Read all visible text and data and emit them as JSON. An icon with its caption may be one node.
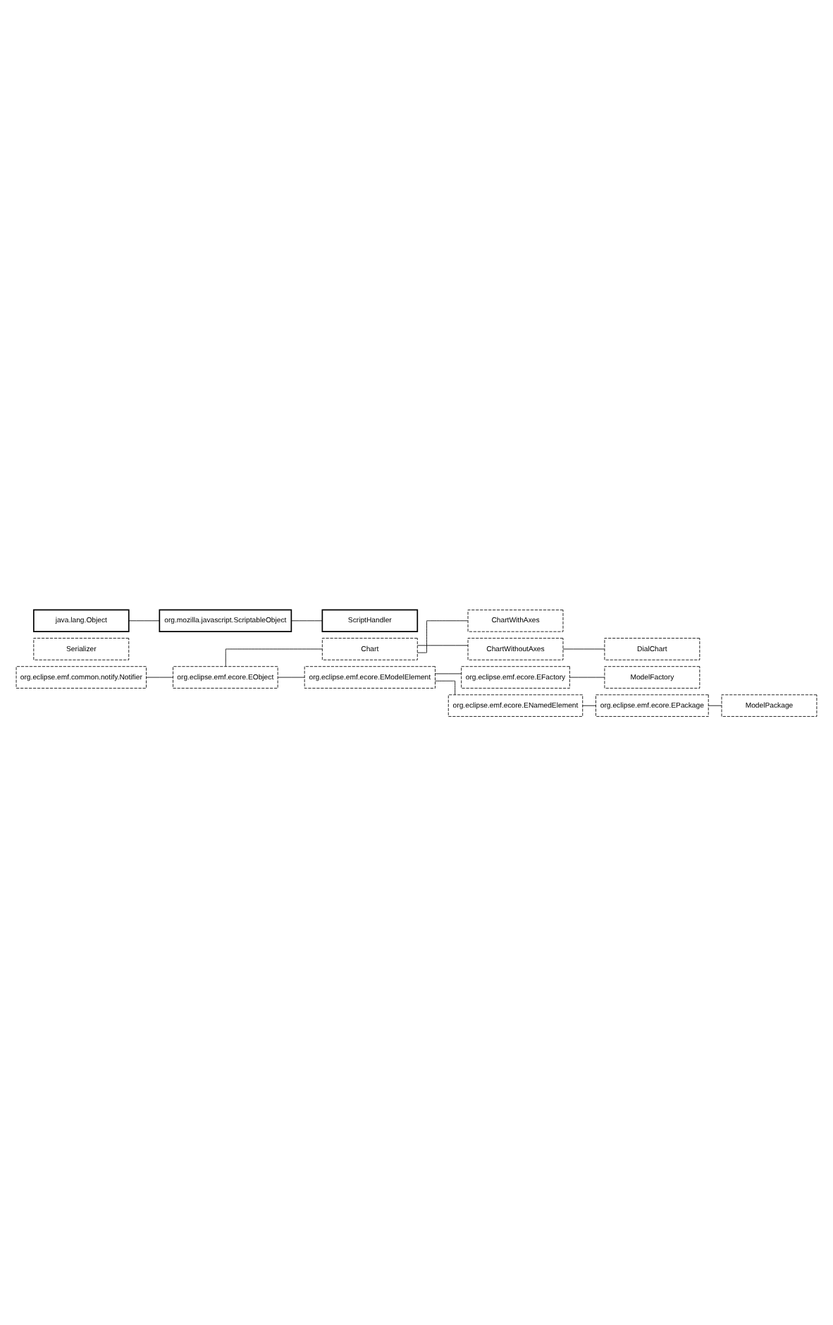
{
  "diagram": {
    "nodes": [
      {
        "text": [
          "org.eclipse.emf.common.notify.Notifier"
        ]
      },
      {
        "text": [
          "org.eclipse.emf.ecore.EObject"
        ]
      },
      {
        "text": [
          "Chart"
        ]
      },
      {
        "text": [
          "ChartWithAxes"
        ]
      },
      {
        "text": [
          "ChartWithoutAxes"
        ]
      },
      {
        "text": [
          "DialChart"
        ]
      },
      {
        "text": [
          "org.eclipse.emf.ecore.EModelElement"
        ]
      },
      {
        "text": [
          "org.eclipse.emf.ecore.EFactory"
        ]
      },
      {
        "text": [
          "ModelFactory"
        ]
      },
      {
        "text": [
          "org.eclipse.emf.ecore.ENamedElement"
        ]
      },
      {
        "text": [
          "org.eclipse.emf.ecore.EPackage"
        ]
      },
      {
        "text": [
          "ModelPackage"
        ]
      },
      {
        "text": [
          "Serializer"
        ]
      },
      {
        "text": [
          "java.lang.Object"
        ]
      },
      {
        "text": [
          "org.mozilla.javascript.ScriptableObject"
        ]
      },
      {
        "text": [
          "ScriptHandler"
        ]
      }
    ],
    "edges": [
      {
        "from": 0,
        "to": 1,
        "arrow": "none"
      },
      {
        "from": 1,
        "to": 2,
        "arrow": "none"
      },
      {
        "from": 2,
        "to": 3,
        "arrow": "none"
      },
      {
        "from": 2,
        "to": 4,
        "arrow": "none"
      },
      {
        "from": 4,
        "to": 5,
        "arrow": "none"
      },
      {
        "from": 1,
        "to": 6,
        "arrow": "none"
      },
      {
        "from": 6,
        "to": 7,
        "arrow": "none"
      },
      {
        "from": 7,
        "to": 8,
        "arrow": "none"
      },
      {
        "from": 6,
        "to": 9,
        "arrow": "none"
      },
      {
        "from": 9,
        "to": 10,
        "arrow": "none"
      },
      {
        "from": 10,
        "to": 11,
        "arrow": "none"
      },
      {
        "from": 13,
        "to": 14,
        "arrow": "none"
      },
      {
        "from": 14,
        "to": 15,
        "arrow": "none"
      }
    ]
  }
}
